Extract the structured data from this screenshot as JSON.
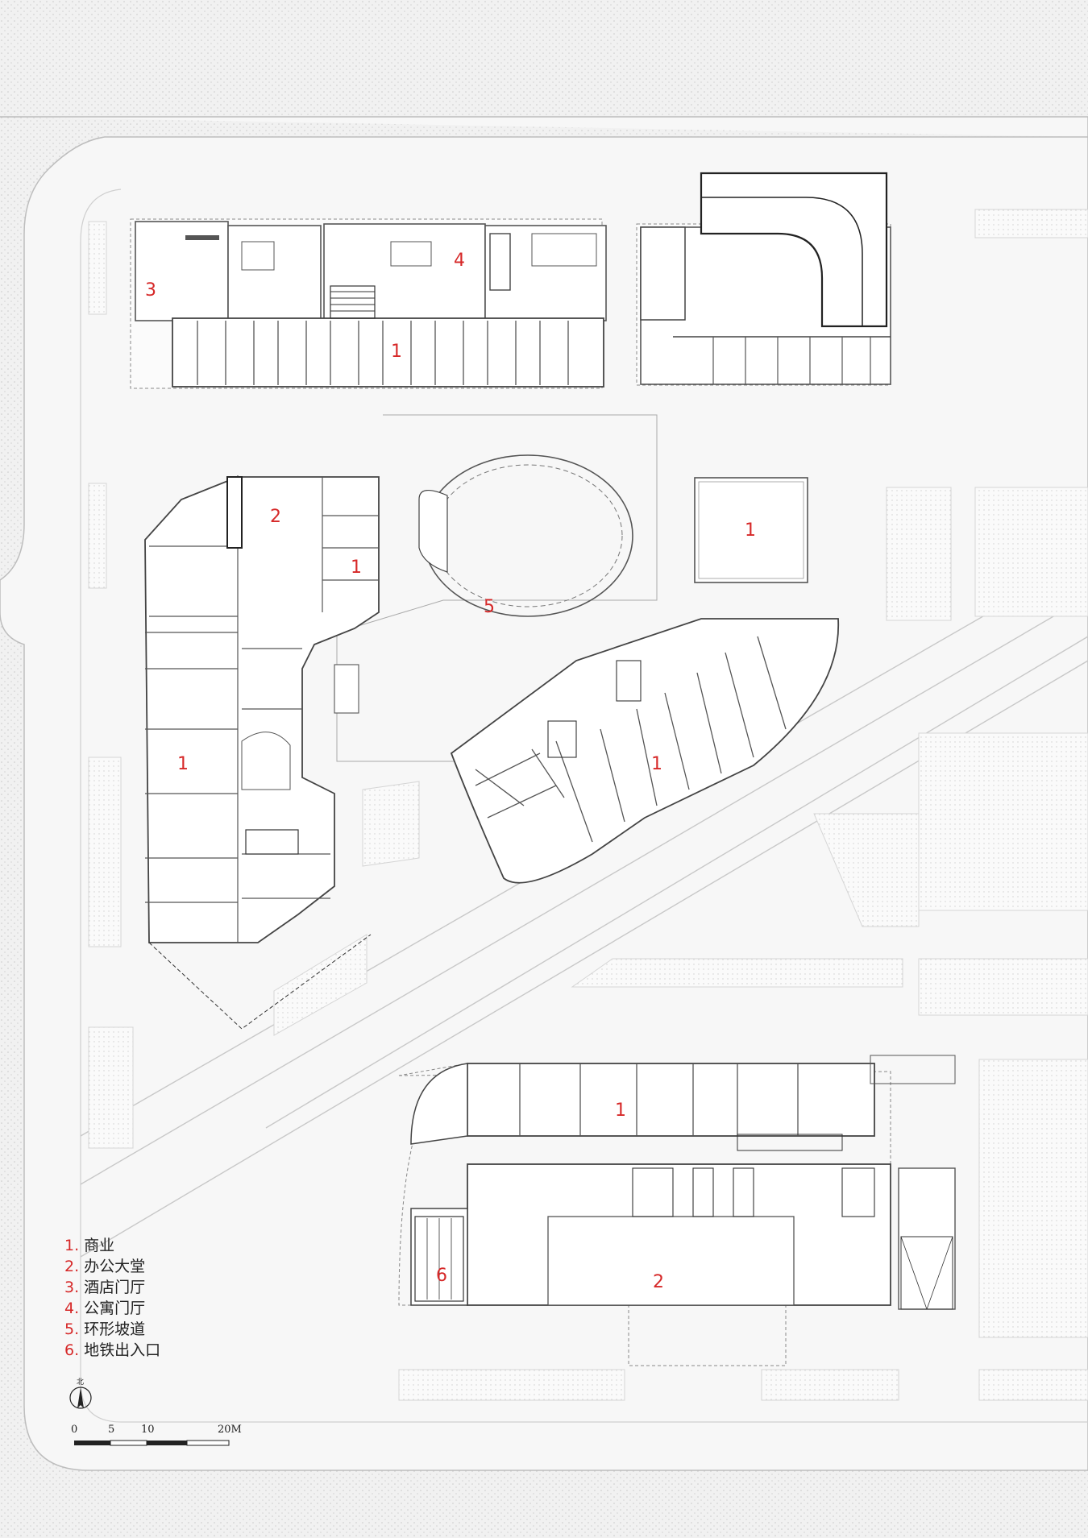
{
  "labels": {
    "commercial": "1",
    "office_lobby": "2",
    "hotel_lobby": "3",
    "apartment_lobby": "4",
    "ring_ramp": "5",
    "metro_entrance": "6"
  },
  "legend": [
    {
      "num": "1.",
      "text": "商业"
    },
    {
      "num": "2.",
      "text": "办公大堂"
    },
    {
      "num": "3.",
      "text": "酒店门厅"
    },
    {
      "num": "4.",
      "text": "公寓门厅"
    },
    {
      "num": "5.",
      "text": "环形坡道"
    },
    {
      "num": "6.",
      "text": "地铁出入口"
    }
  ],
  "north": {
    "label": "北"
  },
  "scale_bar": {
    "ticks": [
      "0",
      "5",
      "10",
      "20M"
    ]
  },
  "colors": {
    "background": "#f4f4f4",
    "building_fill": "#ffffff",
    "wall": "#444444",
    "label_red": "#d62828",
    "hatch": "#e3e3e3"
  }
}
